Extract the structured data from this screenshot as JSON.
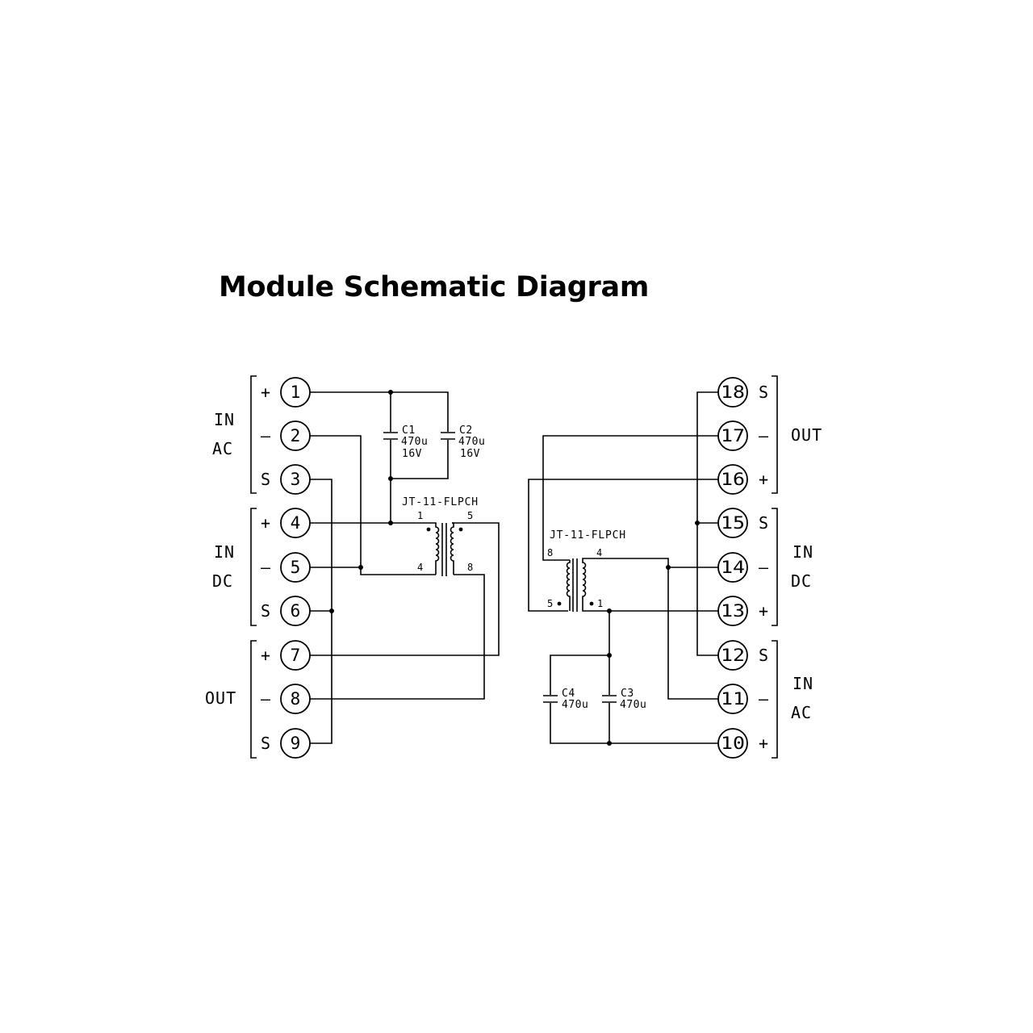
{
  "title": "Module Schematic Diagram",
  "colors": {
    "ink": "#000000",
    "background": "#ffffff"
  },
  "groups": {
    "left_in_ac": [
      "IN",
      "AC"
    ],
    "left_in_dc": [
      "IN",
      "DC"
    ],
    "left_out": "OUT",
    "right_out": "OUT",
    "right_in_dc": [
      "IN",
      "DC"
    ],
    "right_in_ac": [
      "IN",
      "AC"
    ]
  },
  "terminals": [
    {
      "num": "1",
      "sign": "+"
    },
    {
      "num": "2",
      "sign": "–"
    },
    {
      "num": "3",
      "sign": "S"
    },
    {
      "num": "4",
      "sign": "+"
    },
    {
      "num": "5",
      "sign": "–"
    },
    {
      "num": "6",
      "sign": "S"
    },
    {
      "num": "7",
      "sign": "+"
    },
    {
      "num": "8",
      "sign": "–"
    },
    {
      "num": "9",
      "sign": "S"
    },
    {
      "num": "10",
      "sign": "+"
    },
    {
      "num": "11",
      "sign": "–"
    },
    {
      "num": "12",
      "sign": "S"
    },
    {
      "num": "13",
      "sign": "+"
    },
    {
      "num": "14",
      "sign": "–"
    },
    {
      "num": "15",
      "sign": "S"
    },
    {
      "num": "16",
      "sign": "+"
    },
    {
      "num": "17",
      "sign": "–"
    },
    {
      "num": "18",
      "sign": "S"
    }
  ],
  "capacitors": [
    {
      "ref": "C1",
      "value": "470u",
      "voltage": "16V"
    },
    {
      "ref": "C2",
      "value": "470u",
      "voltage": "16V"
    },
    {
      "ref": "C3",
      "value": "470u"
    },
    {
      "ref": "C4",
      "value": "470u"
    }
  ],
  "transformers": [
    {
      "part": "JT-11-FLPCH",
      "pins": [
        "1",
        "5",
        "4",
        "8"
      ]
    },
    {
      "part": "JT-11-FLPCH",
      "pins": [
        "8",
        "4",
        "5",
        "1"
      ]
    }
  ]
}
